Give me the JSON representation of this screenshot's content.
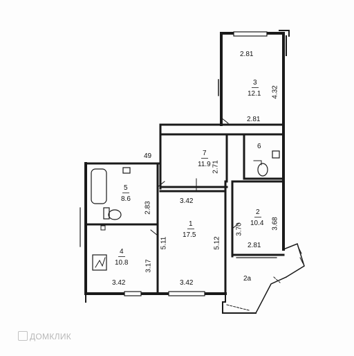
{
  "rooms": [
    {
      "id": "r3",
      "number": "3",
      "area": "12.1"
    },
    {
      "id": "r7",
      "number": "7",
      "area": "11.9"
    },
    {
      "id": "r6",
      "number": "6",
      "area": ""
    },
    {
      "id": "r5",
      "number": "5",
      "area": "8.6"
    },
    {
      "id": "r1",
      "number": "1",
      "area": "17.5"
    },
    {
      "id": "r2",
      "number": "2",
      "area": "10.4"
    },
    {
      "id": "r4",
      "number": "4",
      "area": "10.8"
    },
    {
      "id": "r2a",
      "number": "2а",
      "area": ""
    }
  ],
  "dimensions": {
    "r3_top": "2.81",
    "r3_side": "4.32",
    "r3_bottom": "2.81",
    "r7_side": "2.71",
    "r7_bottom": "3.42",
    "r5_side": "2.83",
    "hall_marker": "49",
    "r1_left": "5.11",
    "r1_right": "5.12",
    "r1_bottom": "3.42",
    "r2_left": "3.70",
    "r2_right": "3.68",
    "r2_bottom": "2.81",
    "r4_side": "3.17",
    "r4_bottom": "3.42"
  },
  "watermark": "ДОМКЛИК",
  "colors": {
    "wall": "#1a1a1a",
    "background": "#fdfdfd",
    "watermark": "#b8b8b8"
  }
}
